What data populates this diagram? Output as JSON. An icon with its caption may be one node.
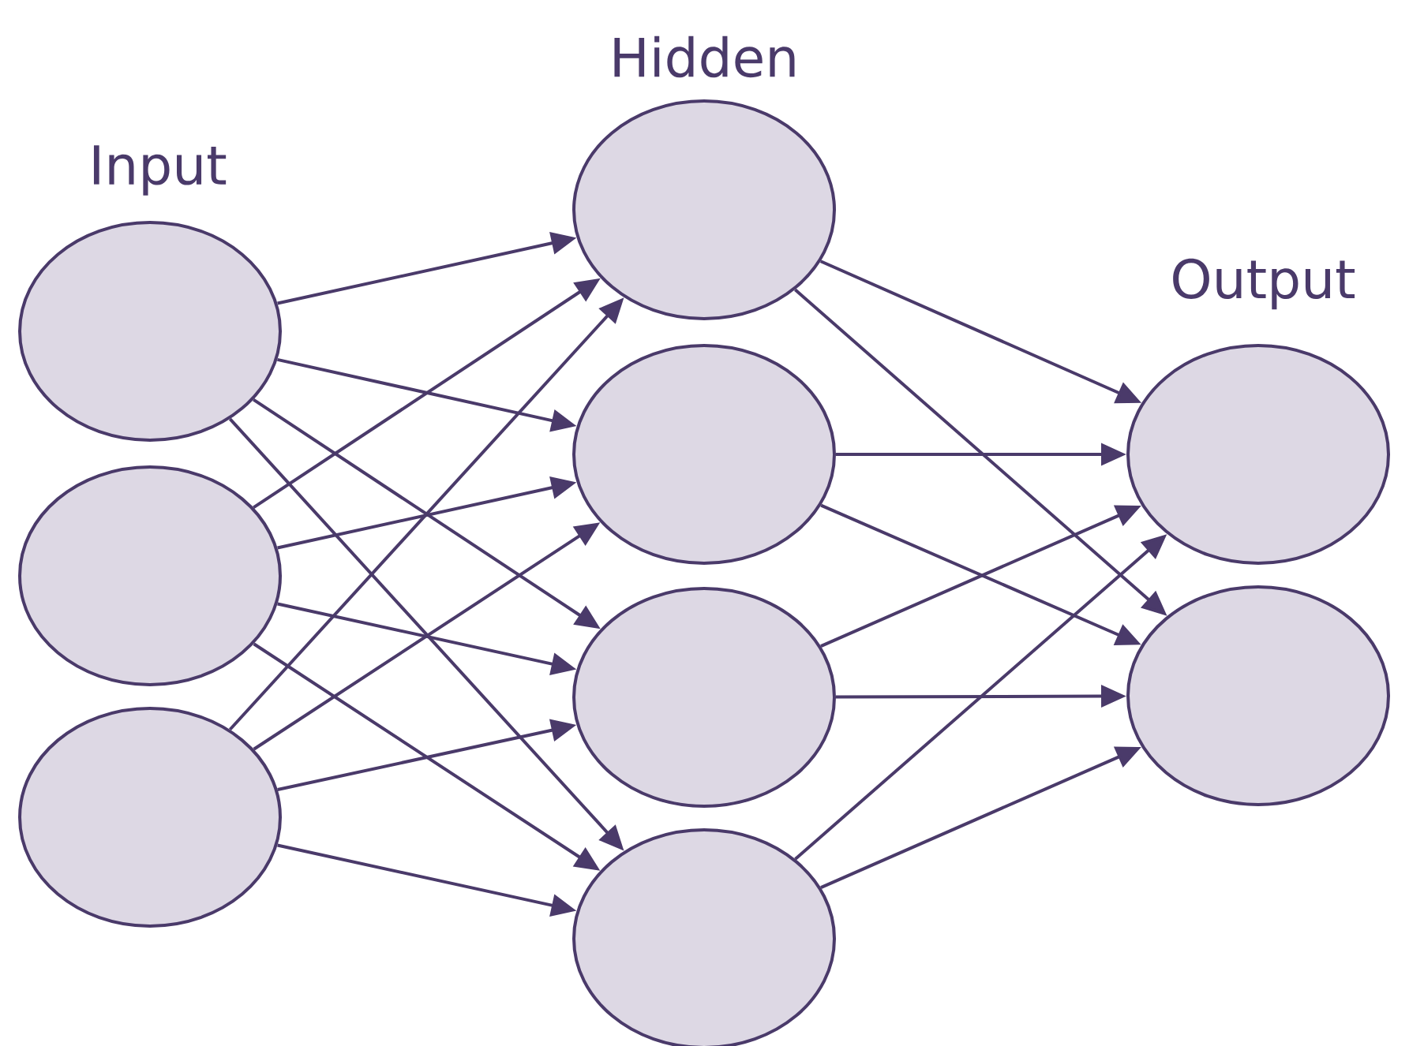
{
  "diagram": {
    "nodes": [
      {
        "text": [],
        "shape": "circle"
      },
      {
        "text": [],
        "shape": "circle"
      },
      {
        "text": [],
        "shape": "circle"
      },
      {
        "text": [],
        "shape": "circle"
      },
      {
        "text": [],
        "shape": "circle"
      },
      {
        "text": [],
        "shape": "circle"
      },
      {
        "text": [],
        "shape": "circle"
      },
      {
        "text": [],
        "shape": "circle"
      },
      {
        "text": [],
        "shape": "circle"
      }
    ],
    "edges": [
      {
        "from": 0,
        "to": 3,
        "arrow": "to"
      },
      {
        "from": 0,
        "to": 4,
        "arrow": "to"
      },
      {
        "from": 0,
        "to": 5,
        "arrow": "to"
      },
      {
        "from": 0,
        "to": 6,
        "arrow": "to"
      },
      {
        "from": 1,
        "to": 3,
        "arrow": "to"
      },
      {
        "from": 1,
        "to": 4,
        "arrow": "to"
      },
      {
        "from": 1,
        "to": 5,
        "arrow": "to"
      },
      {
        "from": 1,
        "to": 6,
        "arrow": "to"
      },
      {
        "from": 2,
        "to": 3,
        "arrow": "to"
      },
      {
        "from": 2,
        "to": 4,
        "arrow": "to"
      },
      {
        "from": 2,
        "to": 5,
        "arrow": "to"
      },
      {
        "from": 2,
        "to": 6,
        "arrow": "to"
      },
      {
        "from": 3,
        "to": 7,
        "arrow": "to"
      },
      {
        "from": 3,
        "to": 8,
        "arrow": "to"
      },
      {
        "from": 4,
        "to": 7,
        "arrow": "to"
      },
      {
        "from": 4,
        "to": 8,
        "arrow": "to"
      },
      {
        "from": 5,
        "to": 7,
        "arrow": "to"
      },
      {
        "from": 5,
        "to": 8,
        "arrow": "to"
      },
      {
        "from": 6,
        "to": 7,
        "arrow": "to"
      },
      {
        "from": 6,
        "to": 8,
        "arrow": "to"
      }
    ],
    "labels": [
      "Hidden",
      "Input",
      "Output"
    ]
  }
}
